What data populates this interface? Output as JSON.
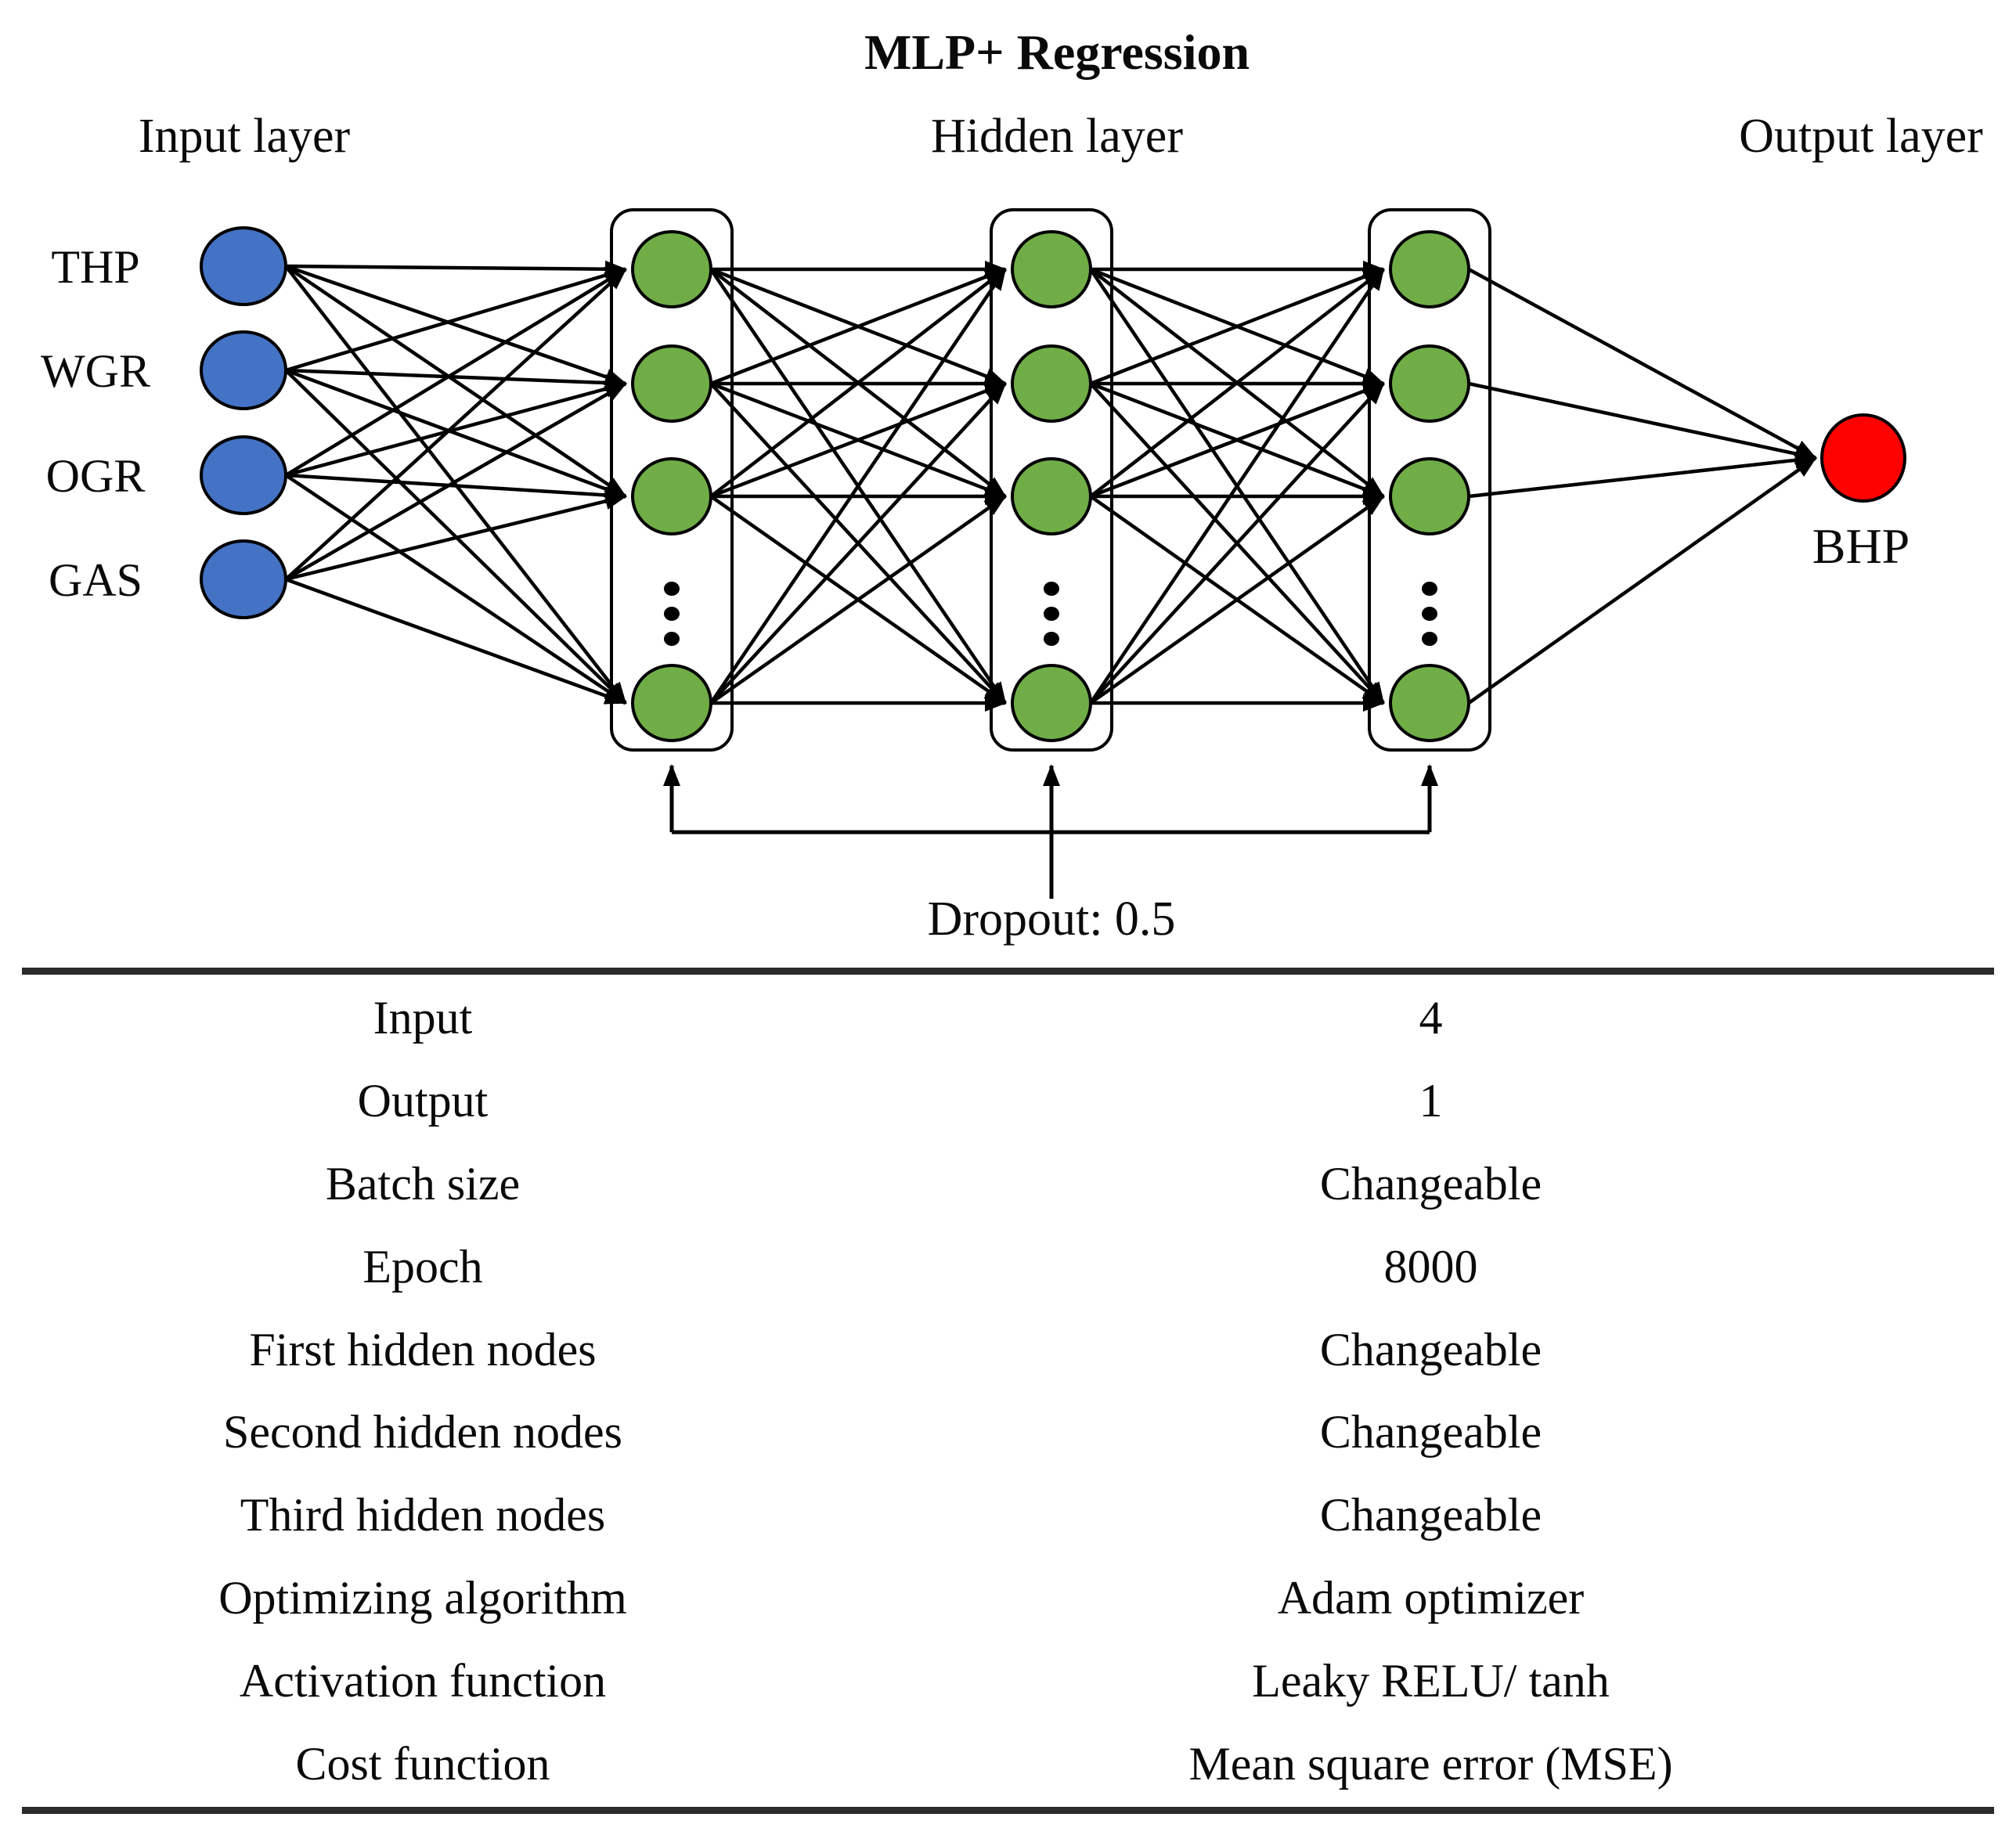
{
  "title": "MLP+ Regression",
  "diagram": {
    "layers": {
      "input_label": "Input layer",
      "hidden_label": "Hidden layer",
      "output_label": "Output layer"
    },
    "input_nodes": [
      "THP",
      "WGR",
      "OGR",
      "GAS"
    ],
    "hidden_layer_count": 3,
    "hidden_nodes_shown_per_layer": 4,
    "hidden_layers_have_ellipsis_dots": true,
    "output_node": "BHP",
    "dropout_label": "Dropout: 0.5",
    "colors": {
      "input_node": "#4472C4",
      "hidden_node": "#70AD47",
      "output_node": "#FE0101",
      "line": "#000000"
    }
  },
  "table": {
    "rows": [
      {
        "label": "Input",
        "value": "4"
      },
      {
        "label": "Output",
        "value": "1"
      },
      {
        "label": "Batch size",
        "value": "Changeable"
      },
      {
        "label": "Epoch",
        "value": "8000"
      },
      {
        "label": "First hidden nodes",
        "value": "Changeable"
      },
      {
        "label": "Second hidden nodes",
        "value": "Changeable"
      },
      {
        "label": "Third hidden nodes",
        "value": "Changeable"
      },
      {
        "label": "Optimizing algorithm",
        "value": "Adam optimizer"
      },
      {
        "label": "Activation function",
        "value": "Leaky RELU/ tanh"
      },
      {
        "label": "Cost function",
        "value": "Mean square error (MSE)"
      }
    ]
  }
}
